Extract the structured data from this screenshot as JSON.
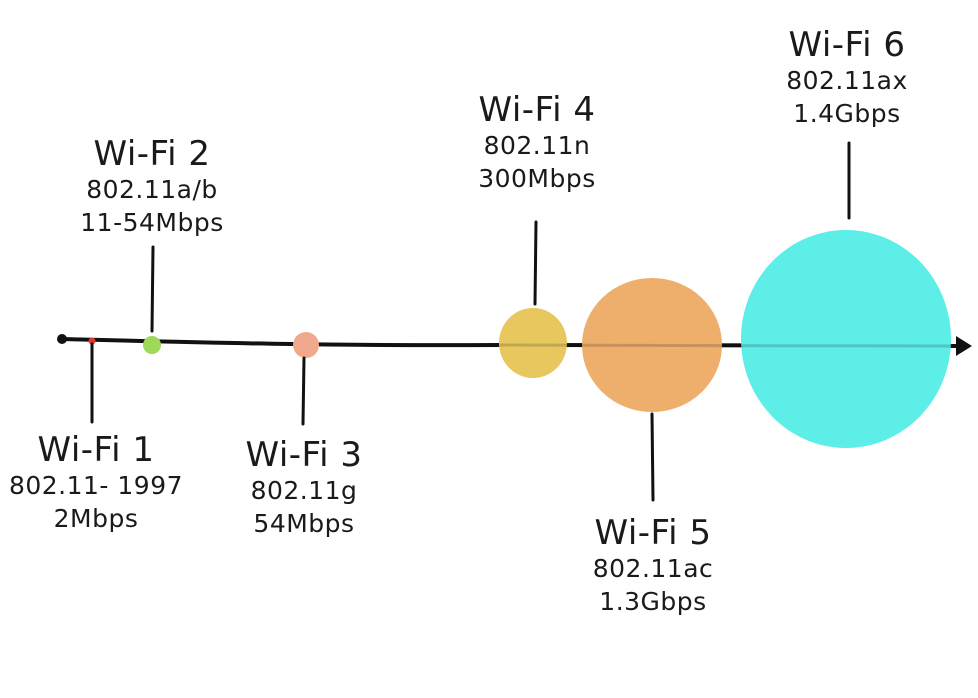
{
  "timeline": {
    "generations": [
      {
        "name": "Wi-Fi 1",
        "standard": "802.11- 1997",
        "speed": "2Mbps",
        "color": "#e03a2c"
      },
      {
        "name": "Wi-Fi 2",
        "standard": "802.11a/b",
        "speed": "11-54Mbps",
        "color": "#9fd95a"
      },
      {
        "name": "Wi-Fi 3",
        "standard": "802.11g",
        "speed": "54Mbps",
        "color": "#f0a98c"
      },
      {
        "name": "Wi-Fi 4",
        "standard": "802.11n",
        "speed": "300Mbps",
        "color": "#e8c85e"
      },
      {
        "name": "Wi-Fi 5",
        "standard": "802.11ac",
        "speed": "1.3Gbps",
        "color": "#eeae6c"
      },
      {
        "name": "Wi-Fi 6",
        "standard": "802.11ax",
        "speed": "1.4Gbps",
        "color": "#5deee8"
      }
    ],
    "line_color": "#111111"
  }
}
